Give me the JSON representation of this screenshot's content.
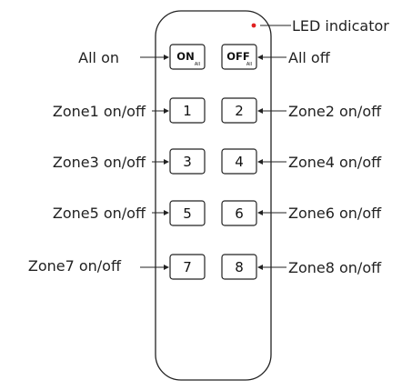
{
  "colors": {
    "led": "#e02020",
    "line": "#222222",
    "button_border": "#222222"
  },
  "led_label": "LED indicator",
  "all_on": {
    "label": "All on",
    "key_main": "ON",
    "key_sub": "All"
  },
  "all_off": {
    "label": "All off",
    "key_main": "OFF",
    "key_sub": "All"
  },
  "zones": [
    {
      "key": "1",
      "label": "Zone1 on/off"
    },
    {
      "key": "2",
      "label": "Zone2 on/off"
    },
    {
      "key": "3",
      "label": "Zone3 on/off"
    },
    {
      "key": "4",
      "label": "Zone4 on/off"
    },
    {
      "key": "5",
      "label": "Zone5 on/off"
    },
    {
      "key": "6",
      "label": "Zone6 on/off"
    },
    {
      "key": "7",
      "label": "Zone7 on/off"
    },
    {
      "key": "8",
      "label": "Zone8 on/off"
    }
  ]
}
